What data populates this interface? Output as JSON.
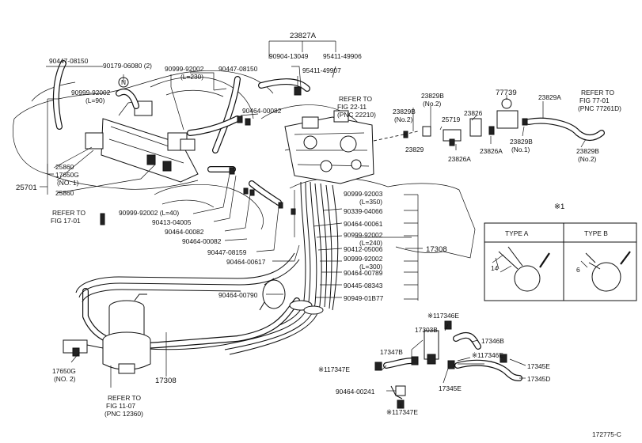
{
  "labels": {
    "l90447_08150_a": "90447-08150",
    "l90179_06080": "90179-06080 (2)",
    "l90999_92002_a": "90999-92002",
    "l90999_92002_a_len": "(L=90)",
    "l90999_92002_b": "90999-92002",
    "l90999_92002_b_len": "(L=230)",
    "l90447_08150_b": "90447-08150",
    "l90464_00082_a": "90464-00082",
    "l23827A": "23827A",
    "l90904_13049": "90904-13049",
    "l95411_49906": "95411-49906",
    "l95411_49907": "95411-49907",
    "refer_fig22_line1": "REFER TO",
    "refer_fig22_line2": "FIG 22-11",
    "refer_fig22_line3": "(PNC 22210)",
    "l23829B_a": "23829B",
    "l23829B_a_sub": "(No.2)",
    "l23829B_b": "23829B",
    "l23829B_b_sub": "(No.2)",
    "l23829": "23829",
    "l25719": "25719",
    "l23826": "23826",
    "l77739": "77739",
    "l23829A": "23829A",
    "refer_fig77_line1": "REFER TO",
    "refer_fig77_line2": "FIG 77-01",
    "refer_fig77_line3": "(PNC 77261D)",
    "l23826A_a": "23826A",
    "l23826A_b": "23826A",
    "l23829B_c": "23829B",
    "l23829B_c_sub": "(No.1)",
    "l23829B_d": "23829B",
    "l23829B_d_sub": "(No.2)",
    "l25860_a": "25860",
    "l17650G_1": "17650G",
    "l17650G_1_sub": "(NO. 1)",
    "l25701": "25701",
    "l25860_b": "25860",
    "refer_fig17_line1": "REFER TO",
    "refer_fig17_line2": "FIG 17-01",
    "l90999_92002_c": "90999-92002 (L=40)",
    "l90413_04005": "90413-04005",
    "l90464_00082_b": "90464-00082",
    "l90464_00082_c": "90464-00082",
    "l90447_08159": "90447-08159",
    "l90464_00617": "90464-00617",
    "l90999_92003": "90999-92003",
    "l90999_92003_len": "(L=350)",
    "l90339_04066": "90339-04066",
    "l90464_00061": "90464-00061",
    "l90999_92002_d": "90999-92002",
    "l90999_92002_d_len": "(L=240)",
    "l90412_05006": "90412-05006",
    "l17308_a": "17308",
    "l90999_92002_e": "90999-92002",
    "l90999_92002_e_len": "(L=300)",
    "l90464_00789": "90464-00789",
    "l90445_08343": "90445-08343",
    "l90949_01877": "90949-01B77",
    "l90464_00790": "90464-00790",
    "l117346E_a": "※117346E",
    "l17303B": "17303B",
    "l17346B": "17346B",
    "l117346E_b": "※117346E",
    "l17347B": "17347B",
    "l117347E_a": "※117347E",
    "l17345E_a": "17345E",
    "l17345E_b": "17345E",
    "l17345D": "17345D",
    "l90464_00241": "90464-00241",
    "l117347E_b": "※117347E",
    "l17650G_2": "17650G",
    "l17650G_2_sub": "(NO. 2)",
    "l17308_b": "17308",
    "refer_fig11_line1": "REFER TO",
    "refer_fig11_line2": "FIG 11-07",
    "refer_fig11_line3": "(PNC 12360)",
    "circle_n": "N"
  },
  "inset": {
    "title": "※1",
    "type_a": "TYPE A",
    "type_b": "TYPE B",
    "dim_a": "14",
    "dim_b": "6"
  },
  "footer": {
    "diagram_id": "172775-C"
  }
}
